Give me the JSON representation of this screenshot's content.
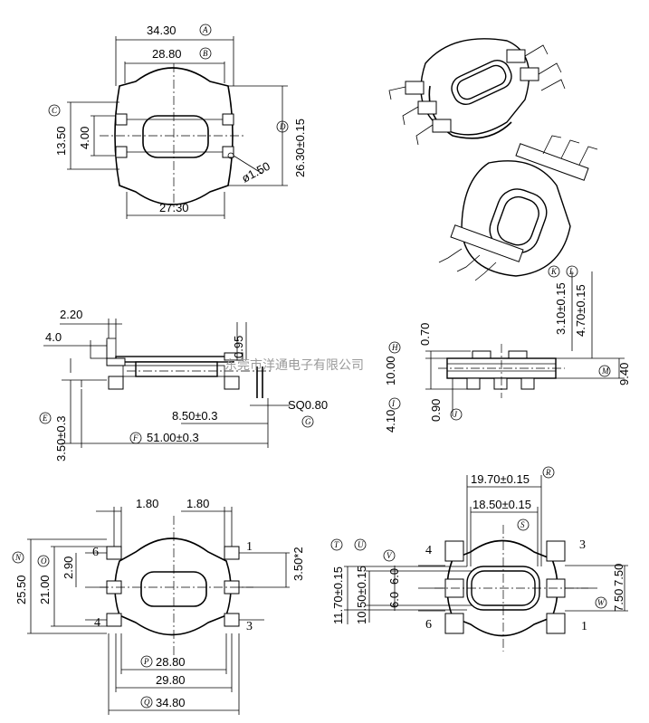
{
  "top_view": {
    "dims": {
      "a": "34.30",
      "b": "28.80",
      "c": "13.50",
      "c_inner": "4.00",
      "d": "26.30±0.15",
      "hole": "ø1.50",
      "bottom": "27.30"
    },
    "marks": {
      "a": "A",
      "b": "B",
      "c": "C",
      "d": "D"
    }
  },
  "side_view": {
    "dims": {
      "d220": "2.20",
      "d40": "4.0",
      "d095": "0.95",
      "sq": "SQ0.80",
      "d850": "8.50±0.3",
      "e": "3.50±0.3",
      "f": "51.00±0.3"
    },
    "marks": {
      "e": "E",
      "f": "F",
      "g": "G"
    }
  },
  "front_view": {
    "dims": {
      "d070": "0.70",
      "h": "10.00",
      "k": "3.10±0.15",
      "l": "4.70±0.15",
      "m": "9.40",
      "i": "4.10",
      "j": "0.90"
    },
    "marks": {
      "h": "H",
      "i": "I",
      "j": "J",
      "k": "K",
      "l": "L",
      "m": "M"
    }
  },
  "bottom_left_view": {
    "dims": {
      "w1": "1.80",
      "w2": "1.80",
      "n": "25.50",
      "o": "21.00",
      "d290": "2.90",
      "d350": "3.50*2",
      "p": "28.80",
      "p2": "29.80",
      "q": "34.80"
    },
    "pins": {
      "p6": "6",
      "p4": "4",
      "p1": "1",
      "p3": "3"
    },
    "marks": {
      "n": "N",
      "o": "O",
      "p": "P",
      "q": "Q"
    }
  },
  "bottom_right_view": {
    "dims": {
      "r": "19.70±0.15",
      "s": "18.50±0.15",
      "t": "11.70±0.15",
      "u": "10.50±0.15",
      "v1": "6.0",
      "v2": "6.0",
      "w1": "7.50",
      "w2": "7.50"
    },
    "pins": {
      "p4": "4",
      "p3": "3",
      "p6": "6",
      "p1": "1"
    },
    "marks": {
      "r": "R",
      "s": "S",
      "t": "T",
      "u": "U",
      "v": "V",
      "w": "W"
    }
  },
  "watermark": "东莞市洋通电子有限公司"
}
